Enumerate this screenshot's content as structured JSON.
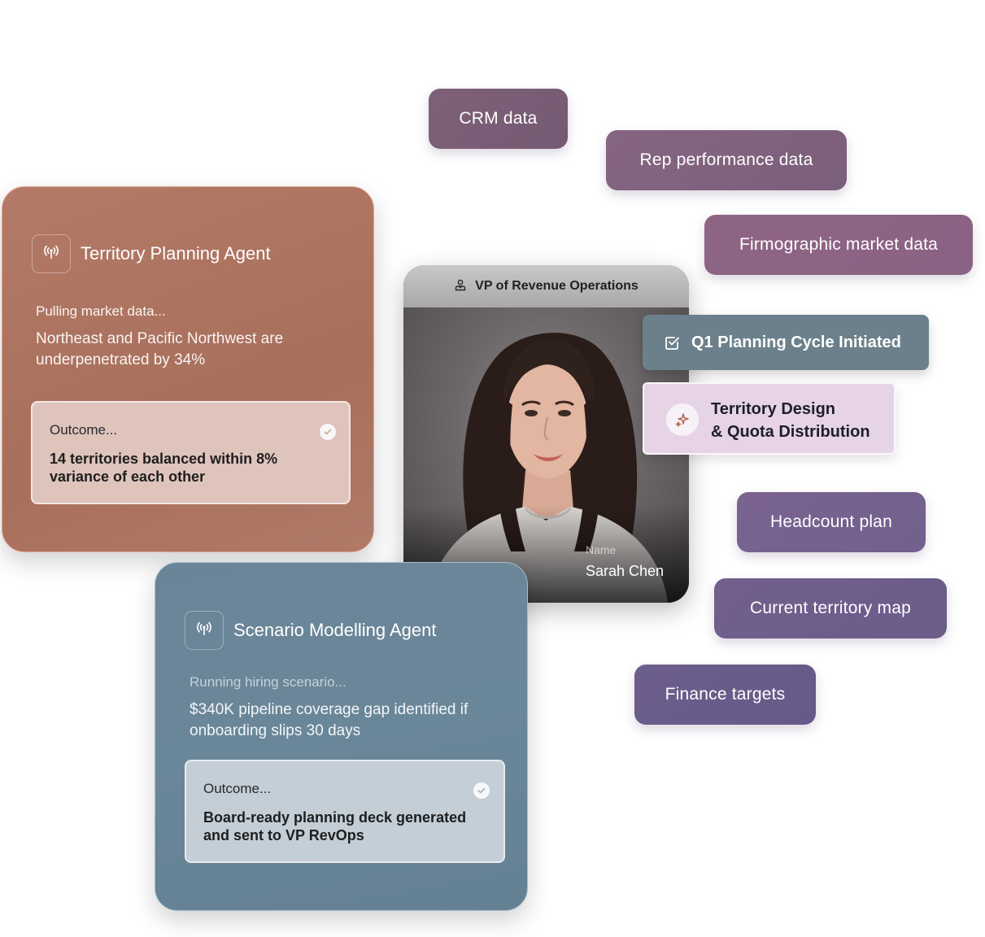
{
  "data_chips": {
    "crm": "CRM data",
    "rep_performance": "Rep performance data",
    "firmographic": "Firmographic market data",
    "headcount": "Headcount plan",
    "territory_map": "Current territory map",
    "finance": "Finance targets"
  },
  "profile": {
    "role": "VP of Revenue Operations",
    "role_icon": "person-icon",
    "name_label": "Name",
    "name": "Sarah Chen"
  },
  "territory_agent": {
    "icon": "broadcast-icon",
    "title": "Territory Planning Agent",
    "status": "Pulling market data...",
    "finding": "Northeast and Pacific Northwest are underpenetrated by 34%",
    "outcome_label": "Outcome...",
    "outcome_text": "14 territories balanced within 8% variance of each other"
  },
  "scenario_agent": {
    "icon": "broadcast-icon",
    "title": "Scenario Modelling Agent",
    "status": "Running hiring scenario...",
    "finding": "$340K pipeline coverage gap identified if onboarding slips 30 days",
    "outcome_label": "Outcome...",
    "outcome_text": "Board-ready planning deck generated and sent to VP RevOps"
  },
  "process": {
    "q1_title": "Q1 Planning Cycle Initiated",
    "q1_icon": "checkbox-icon",
    "territory_design_line1": "Territory Design",
    "territory_design_line2": "& Quota Distribution",
    "territory_design_icon": "sparkle-icon"
  },
  "colors": {
    "chip_mauve": "#7e5f7c",
    "chip_purple": "#6a5e8e",
    "territory_card": "#b07662",
    "scenario_card": "#6b8699",
    "q1_card": "#6b808a",
    "td_card": "#e6d4e6"
  }
}
